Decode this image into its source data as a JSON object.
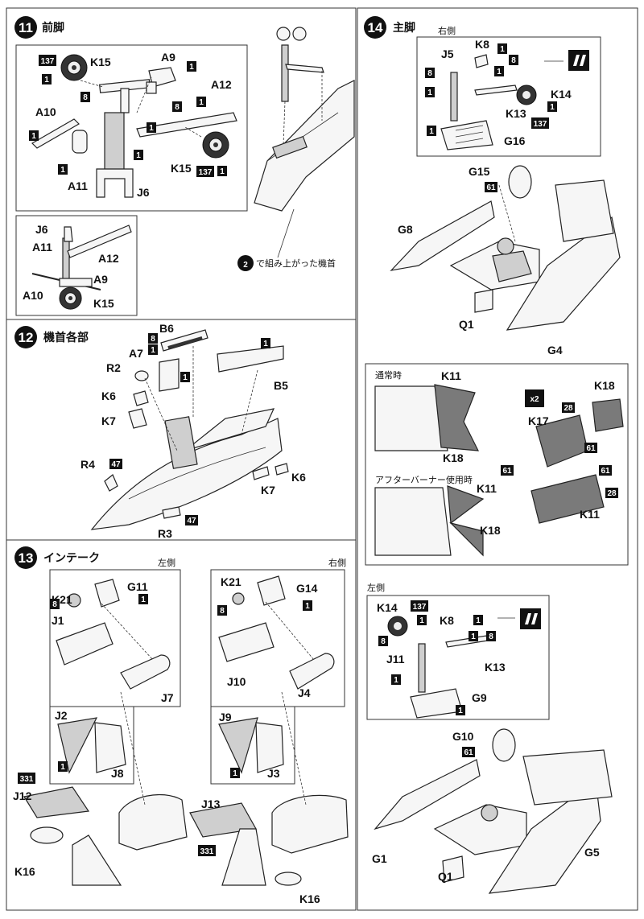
{
  "steps": [
    {
      "num": "11",
      "title": "前脚"
    },
    {
      "num": "12",
      "title": "機首各部"
    },
    {
      "num": "13",
      "title": "インテーク"
    },
    {
      "num": "14",
      "title": "主脚"
    }
  ],
  "notes": {
    "nose_ref_num": "2",
    "nose_ref_text": "で組み上がった機首",
    "left_side": "左側",
    "right_side": "右側",
    "normal": "通常時",
    "afterburner": "アフターバーナー使用時",
    "times_two": "x2"
  },
  "step11_labels": [
    "K15",
    "A9",
    "A12",
    "A10",
    "A11",
    "J6",
    "K15",
    "J6",
    "A11",
    "A12",
    "A9",
    "A10",
    "K15"
  ],
  "step12_labels": [
    "B6",
    "A7",
    "R2",
    "K6",
    "K7",
    "R4",
    "B5",
    "K7",
    "K6",
    "R3"
  ],
  "step13_labels": [
    "K21",
    "G11",
    "J1",
    "J7",
    "J2",
    "J8",
    "J12",
    "K16",
    "K21",
    "G14",
    "J10",
    "J4",
    "J9",
    "J3",
    "J13",
    "K16"
  ],
  "step14_labels": [
    "J5",
    "K8",
    "K14",
    "K13",
    "G16",
    "G15",
    "G8",
    "Q1",
    "G4",
    "K11",
    "K18",
    "K18",
    "K17",
    "K11",
    "K18",
    "K11",
    "K14",
    "K8",
    "J11",
    "K13",
    "G9",
    "G10",
    "G1",
    "Q1",
    "G5"
  ],
  "badges": {
    "n1": "1",
    "n8": "8",
    "n28": "28",
    "n47": "47",
    "n61": "61",
    "n137": "137",
    "n331": "331"
  }
}
